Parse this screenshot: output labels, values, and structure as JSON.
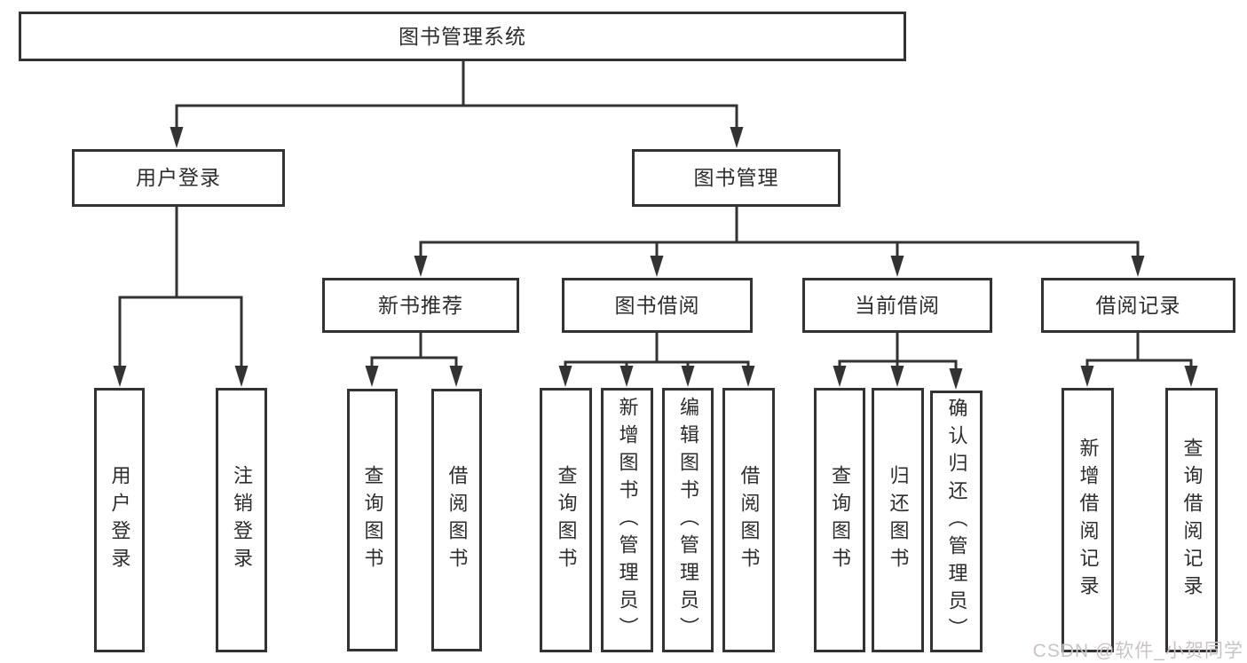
{
  "tree": {
    "label": "图书管理系统",
    "children": [
      {
        "label": "用户登录",
        "children": [
          {
            "label": "用户登录"
          },
          {
            "label": "注销登录"
          }
        ]
      },
      {
        "label": "图书管理",
        "children": [
          {
            "label": "新书推荐",
            "children": [
              {
                "label": "查询图书"
              },
              {
                "label": "借阅图书"
              }
            ]
          },
          {
            "label": "图书借阅",
            "children": [
              {
                "label": "查询图书"
              },
              {
                "label": "新增图书（管理员）"
              },
              {
                "label": "编辑图书（管理员）"
              },
              {
                "label": "借阅图书"
              }
            ]
          },
          {
            "label": "当前借阅",
            "children": [
              {
                "label": "查询图书"
              },
              {
                "label": "归还图书"
              },
              {
                "label": "确认归还（管理员）"
              }
            ]
          },
          {
            "label": "借阅记录",
            "children": [
              {
                "label": "新增借阅记录"
              },
              {
                "label": "查询借阅记录"
              }
            ]
          }
        ]
      }
    ]
  },
  "watermark": {
    "text": "CSDN @软件_小贺同学"
  },
  "colors": {
    "line": "#333333",
    "text": "#2d2d2d",
    "background": "#ffffff",
    "watermark": "#c8c4c4"
  }
}
